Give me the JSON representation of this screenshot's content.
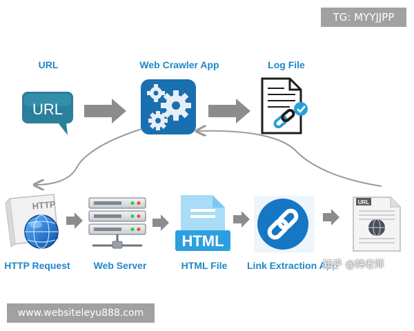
{
  "watermarks": {
    "top_right": "TG: MYYJJPP",
    "bottom_left": "www.websiteleyu888.com",
    "bottom_right": "知乎 @韩老师"
  },
  "nodes": {
    "url": {
      "label": "URL",
      "icon_text": "URL"
    },
    "crawler": {
      "label": "Web Crawler App"
    },
    "log": {
      "label": "Log File"
    },
    "http": {
      "label": "HTTP Request",
      "icon_text": "HTTP"
    },
    "server": {
      "label": "Web Server"
    },
    "html": {
      "label": "HTML File",
      "icon_text": "HTML"
    },
    "link": {
      "label": "Link Extraction App"
    },
    "urldoc": {
      "icon_text": "URL"
    }
  },
  "colors": {
    "label_blue": "#1f86c8",
    "url_teal": "#2a7f9a",
    "crawler_blue": "#1a6fb0",
    "html_blue": "#2d9fe0",
    "link_blue": "#1677c4",
    "arrow_grey": "#8c8c8c"
  }
}
